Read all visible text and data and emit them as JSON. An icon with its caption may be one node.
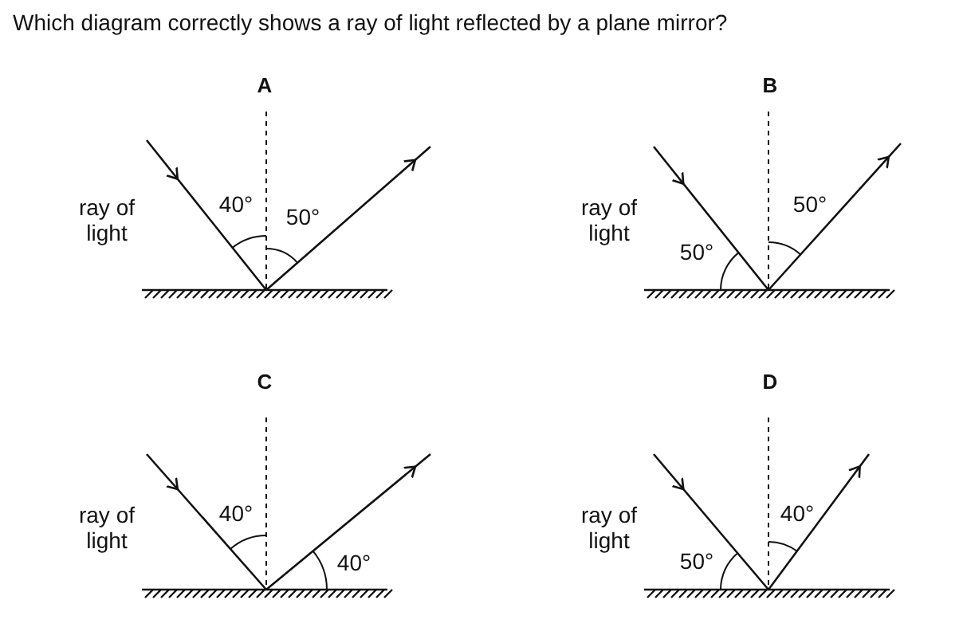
{
  "diagram": {
    "title": "Which diagram correctly shows a ray of light reflected by a plane mirror?",
    "labels": [
      "A",
      "B",
      "ray of light",
      "40°",
      "50°",
      "ray of light",
      "50°",
      "50°",
      "C",
      "D",
      "ray of light",
      "40°",
      "40°",
      "ray of light",
      "40°",
      "50°"
    ]
  }
}
